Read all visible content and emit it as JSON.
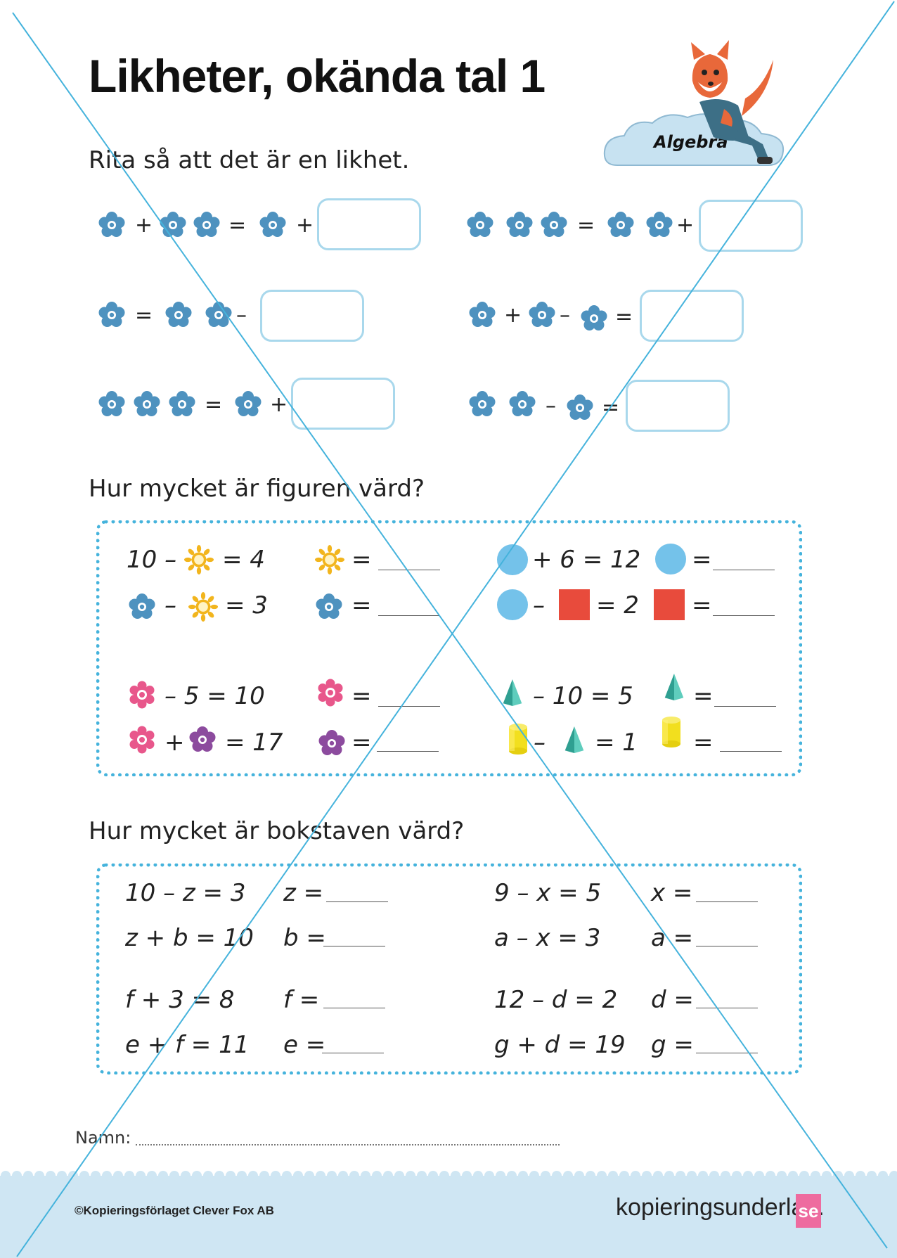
{
  "title": "Likheter, okända tal 1",
  "badge": "Algebra",
  "section1": {
    "heading": "Rita så att det är en likhet."
  },
  "section2": {
    "heading": "Hur mycket är figuren värd?",
    "eq1": [
      "10 –",
      "= 4"
    ],
    "eq2": [
      "–",
      "= 3"
    ],
    "eq3": [
      "+ 6 = 12"
    ],
    "eq4": [
      "–",
      "= 2"
    ],
    "eq5": [
      "– 5 = 10"
    ],
    "eq6": [
      "+",
      "= 17"
    ],
    "eq7": [
      "– 10 = 5"
    ],
    "eq8": [
      "–",
      "= 1"
    ],
    "eq_sign": "="
  },
  "section3": {
    "heading": "Hur mycket är bokstaven värd?",
    "equations": [
      "10 – z = 3",
      "z + b = 10",
      "f + 3 = 8",
      "e + f = 11",
      "9 – x = 5",
      "a – x = 3",
      "12 – d = 2",
      "g + d = 19"
    ],
    "answers": [
      "z =",
      "b =",
      "f =",
      "e =",
      "x =",
      "a =",
      "d =",
      "g ="
    ]
  },
  "name_label": "Namn:",
  "footer": {
    "copyright": "©Kopieringsförlaget Clever Fox AB",
    "brand": "kopieringsunderlag.",
    "brand_tld": "se"
  },
  "colors": {
    "accent": "#45b3dc",
    "blue_flower": "#4e92bf",
    "yellow_flower": "#f2b51d",
    "pink_flower": "#e8578b",
    "purple_flower": "#8c4b9e",
    "circle": "#74c2ea",
    "square": "#e84b3c",
    "cone": "#3fb7a8",
    "cylinder": "#f2df1e",
    "footer_bg": "#cfe6f3"
  }
}
